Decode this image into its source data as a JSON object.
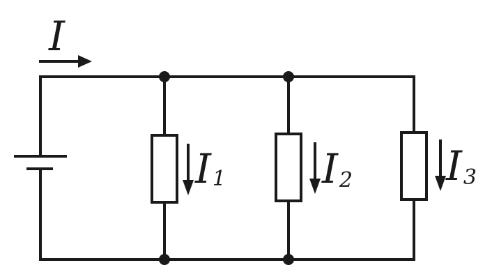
{
  "diagram": {
    "source": {
      "current_label": "I"
    },
    "branches": [
      {
        "current_label": "I",
        "current_subscript": "1"
      },
      {
        "current_label": "I",
        "current_subscript": "2"
      },
      {
        "current_label": "I",
        "current_subscript": "3"
      }
    ],
    "colors": {
      "ink": "#1a1a1a",
      "background": "#ffffff"
    }
  }
}
